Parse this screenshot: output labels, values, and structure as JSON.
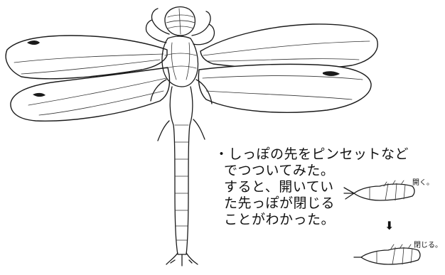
{
  "note": {
    "bullet": "・",
    "lines": [
      "しっぽの先をピンセットなど",
      "でつついてみた。",
      "すると、開いてい",
      "た先っぽが閉じる",
      "ことがわかった。"
    ]
  },
  "sketch_labels": {
    "open": "開く。",
    "closed": "閉じる。"
  },
  "arrow_glyph": "⬇"
}
